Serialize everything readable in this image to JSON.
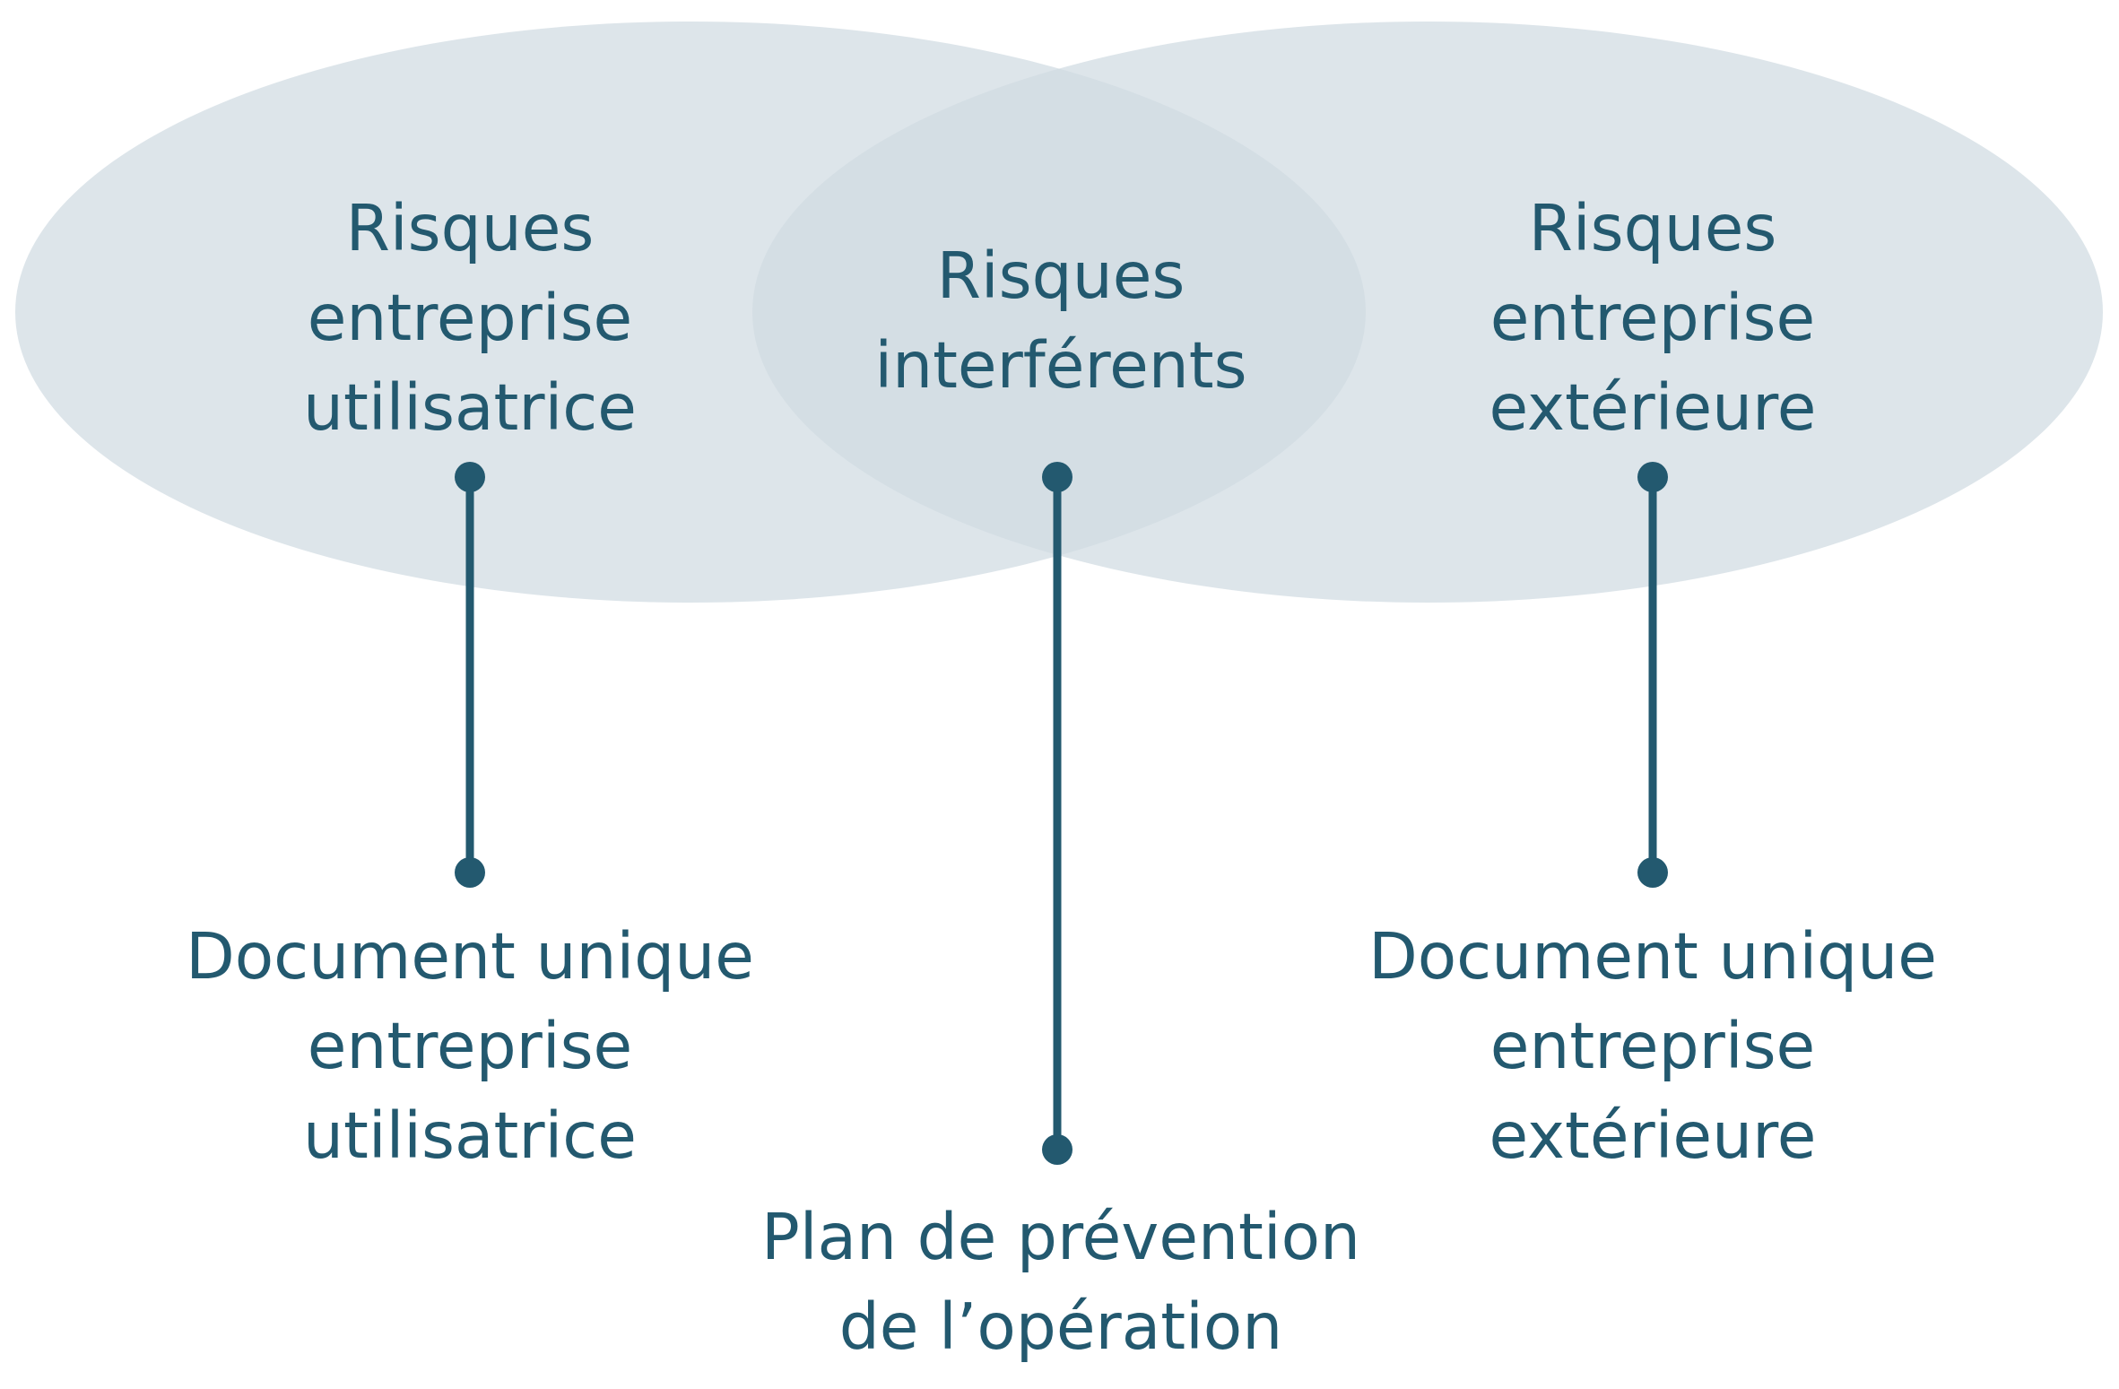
{
  "colors": {
    "ellipse_fill": "#d0dbe2",
    "accent": "#23596f",
    "background": "#ffffff"
  },
  "circles": {
    "left": {
      "lines": [
        "Risques",
        "entreprise",
        "utilisatrice"
      ]
    },
    "center": {
      "lines": [
        "Risques",
        "interférents"
      ]
    },
    "right": {
      "lines": [
        "Risques",
        "entreprise",
        "extérieure"
      ]
    }
  },
  "documents": {
    "left": {
      "lines": [
        "Document unique",
        "entreprise",
        "utilisatrice"
      ]
    },
    "center": {
      "lines": [
        "Plan de prévention",
        "de l’opération"
      ]
    },
    "right": {
      "lines": [
        "Document unique",
        "entreprise",
        "extérieure"
      ]
    }
  }
}
